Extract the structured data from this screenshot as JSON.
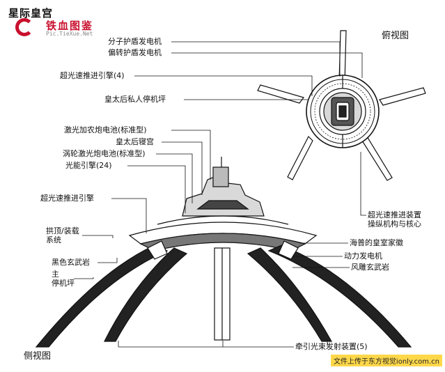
{
  "title": "星际皇宫",
  "watermark": {
    "brand": "铁血图鉴",
    "url": "Pic.TieXue.Net",
    "footer": "文件上传于东方视觉ionly.com.cn"
  },
  "views": {
    "top": "俯视图",
    "side": "侧视图"
  },
  "labels": {
    "shield_gen": "分子护盾发电机",
    "deflector_gen": "偏转护盾发电机",
    "ftl_engine_4": "超光速推进引擎(4)",
    "empress_pad": "皇太后私人停机坪",
    "laser_battery": "激光加农炮电池(标准型)",
    "empress_chamber": "皇太后寝宫",
    "turbo_laser": "涡轮激光炮电池(标准型)",
    "light_engine": "光能引擎(24)",
    "ftl_engine": "超光速推进引擎",
    "arch_dock": "拱顶/装载\n系统",
    "black_basalt": "黑色玄武岩",
    "main_pad": "主\n停机坪",
    "ftl_device": "超光速推进装置\n操纵机构与核心",
    "royal_crest": "海普的皇室家徽",
    "power_gen": "动力发电机",
    "wind_basalt": "风雕玄武岩",
    "tractor": "牵引光束发射装置(5)"
  }
}
